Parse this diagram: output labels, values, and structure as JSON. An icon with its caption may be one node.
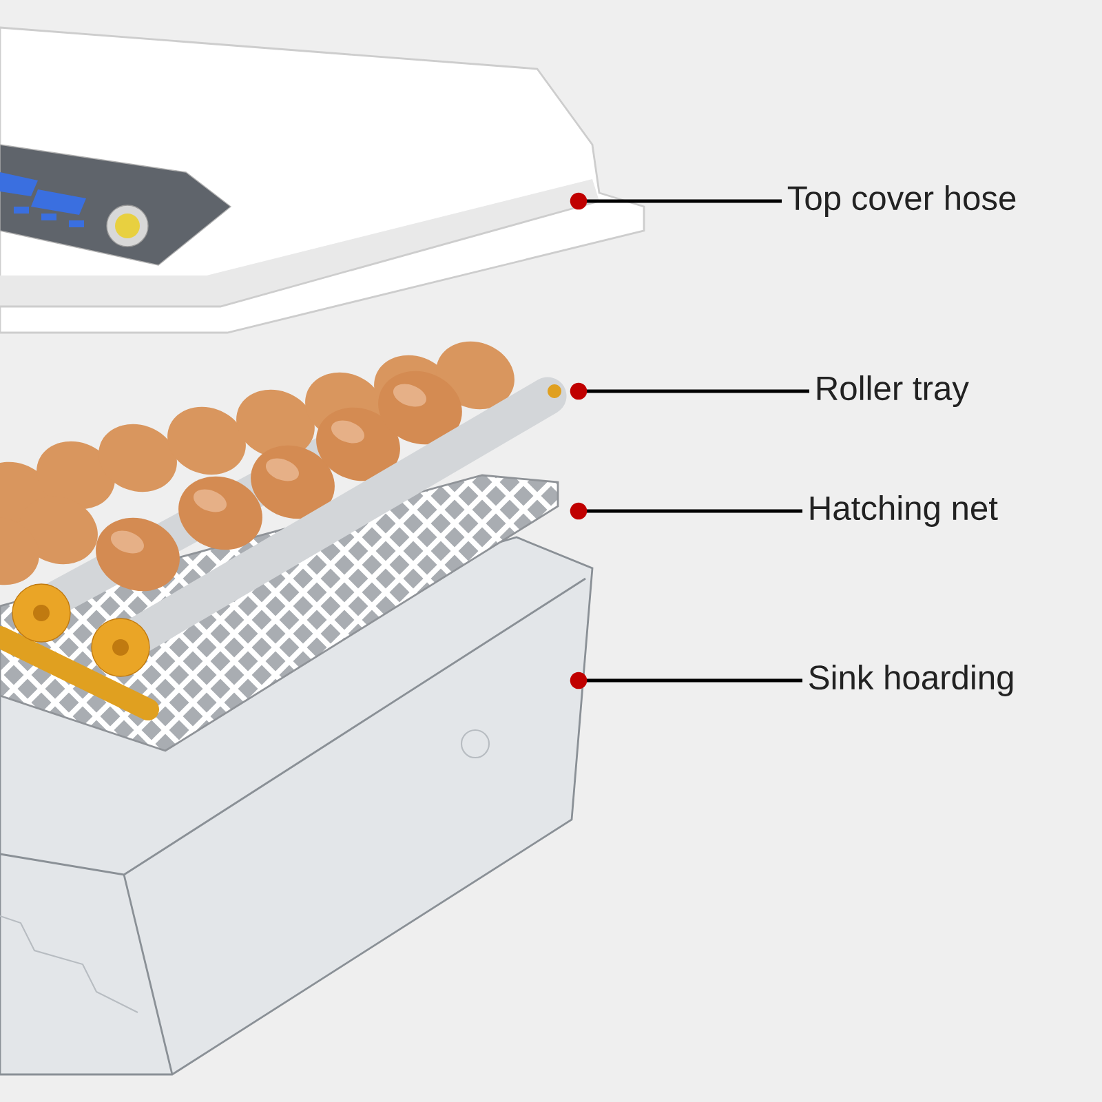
{
  "diagram": {
    "nodes": [
      {
        "text": [
          "Top cover hose"
        ]
      },
      {
        "text": [
          "Roller tray"
        ]
      },
      {
        "text": [
          "Hatching net"
        ]
      },
      {
        "text": [
          "Sink hoarding"
        ]
      },
      {
        "text": [],
        "shape": "picture"
      },
      {
        "text": [],
        "shape": "picture"
      },
      {
        "text": [],
        "shape": "picture"
      },
      {
        "text": [],
        "shape": "picture"
      }
    ],
    "edges": [
      {
        "from": 0,
        "to": 4,
        "arrow": "other"
      },
      {
        "from": 1,
        "to": 5,
        "arrow": "other"
      },
      {
        "from": 2,
        "to": 6,
        "arrow": "other"
      },
      {
        "from": 3,
        "to": 7,
        "arrow": "other"
      }
    ]
  }
}
